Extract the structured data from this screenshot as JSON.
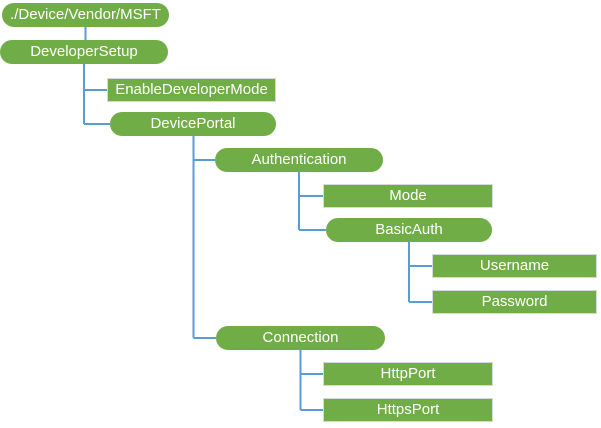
{
  "diagram": {
    "kind": "csp-settings-tree",
    "colors": {
      "node_fill": "#70AD47",
      "node_text": "#FFFFFF",
      "connector": "#5B9BD5",
      "leaf_border": "#D9D9D9",
      "background": "#FFFFFF"
    }
  },
  "nodes": [
    {
      "label": "./Device/Vendor/MSFT",
      "shape": "rounded",
      "parent": null
    },
    {
      "label": "DeveloperSetup",
      "shape": "rounded",
      "parent": "./Device/Vendor/MSFT"
    },
    {
      "label": "EnableDeveloperMode",
      "shape": "rectangle",
      "parent": "DeveloperSetup"
    },
    {
      "label": "DevicePortal",
      "shape": "rounded",
      "parent": "DeveloperSetup"
    },
    {
      "label": "Authentication",
      "shape": "rounded",
      "parent": "DevicePortal"
    },
    {
      "label": "Mode",
      "shape": "rectangle",
      "parent": "Authentication"
    },
    {
      "label": "BasicAuth",
      "shape": "rounded",
      "parent": "Authentication"
    },
    {
      "label": "Username",
      "shape": "rectangle",
      "parent": "BasicAuth"
    },
    {
      "label": "Password",
      "shape": "rectangle",
      "parent": "BasicAuth"
    },
    {
      "label": "Connection",
      "shape": "rounded",
      "parent": "DevicePortal"
    },
    {
      "label": "HttpPort",
      "shape": "rectangle",
      "parent": "Connection"
    },
    {
      "label": "HttpsPort",
      "shape": "rectangle",
      "parent": "Connection"
    }
  ]
}
